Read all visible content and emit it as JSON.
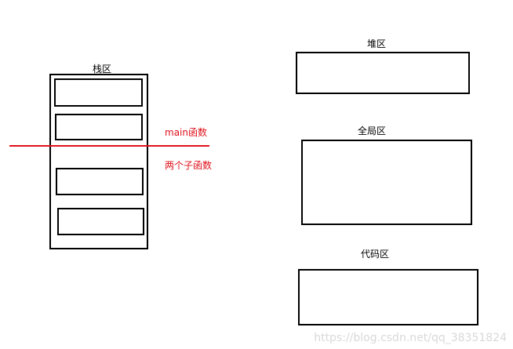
{
  "stack": {
    "label": "栈区"
  },
  "heap": {
    "label": "堆区"
  },
  "global": {
    "label": "全局区"
  },
  "code": {
    "label": "代码区"
  },
  "annotations": {
    "main_func": "main函数",
    "sub_funcs": "两个子函数"
  },
  "watermark": "https://blog.csdn.net/qq_38351824",
  "colors": {
    "line": "#000000",
    "accent": "#e0101a"
  }
}
